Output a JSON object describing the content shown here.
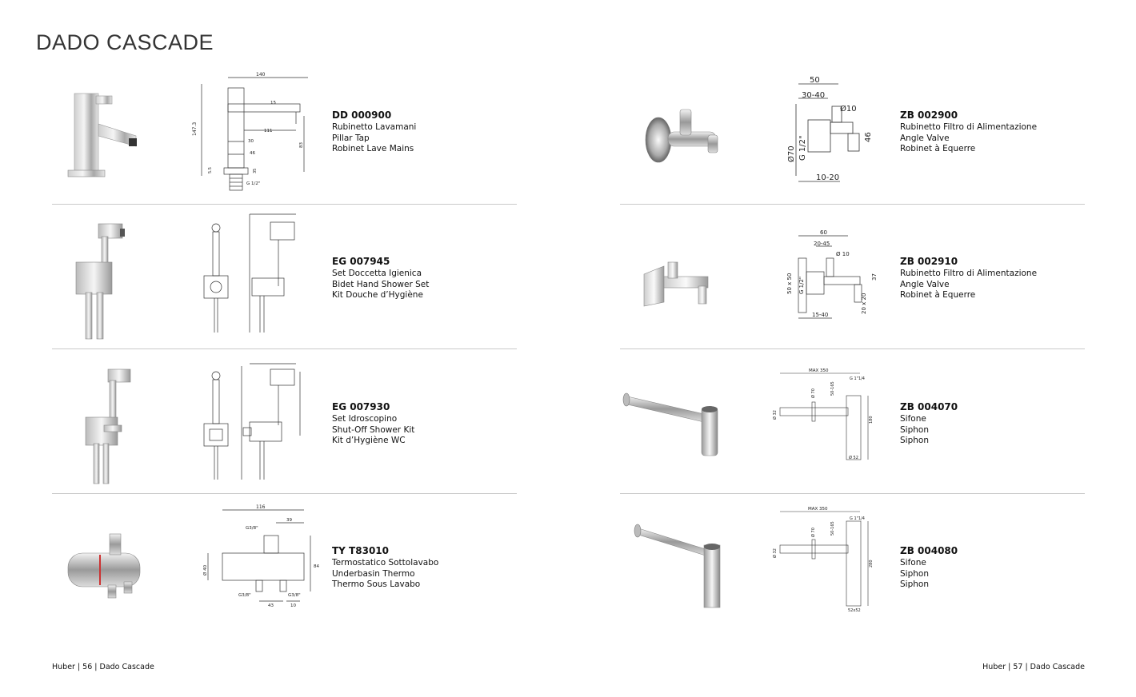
{
  "page": {
    "title": "DADO CASCADE",
    "footer_left": "Huber | 56 | Dado Cascade",
    "footer_right": "Huber | 57 | Dado Cascade"
  },
  "left_products": [
    {
      "code": "DD 000900",
      "lines": [
        "Rubinetto Lavamani",
        "Pillar Tap",
        "Robinet Lave Mains"
      ]
    },
    {
      "code": "EG 007945",
      "lines": [
        "Set Doccetta Igienica",
        "Bidet Hand Shower Set",
        "Kit Douche d’Hygiène"
      ]
    },
    {
      "code": "EG 007930",
      "lines": [
        "Set Idroscopino",
        "Shut-Off Shower Kit",
        "Kit d’Hygiène WC"
      ]
    },
    {
      "code": "TY T83010",
      "lines": [
        "Termostatico Sottolavabo",
        "Underbasin Thermo",
        "Thermo Sous Lavabo"
      ]
    }
  ],
  "right_products": [
    {
      "code": "ZB 002900",
      "lines": [
        "Rubinetto Filtro di Alimentazione",
        "Angle Valve",
        "Robinet à Equerre"
      ]
    },
    {
      "code": "ZB 002910",
      "lines": [
        "Rubinetto Filtro di Alimentazione",
        "Angle Valve",
        "Robinet à Equerre"
      ]
    },
    {
      "code": "ZB 004070",
      "lines": [
        "Sifone",
        "Siphon",
        "Siphon"
      ]
    },
    {
      "code": "ZB 004080",
      "lines": [
        "Sifone",
        "Siphon",
        "Siphon"
      ]
    }
  ],
  "drawing_labels": {
    "dd000900": {
      "width": "140",
      "height": "147.3",
      "spout": "111",
      "d1": "15",
      "d2": "30",
      "d3": "46",
      "d4": "83",
      "d5": "5.5",
      "d6": "35",
      "thread": "G 1/2\""
    },
    "zb002900": {
      "d50": "50",
      "d3040": "30-40",
      "dia10": "Ø10",
      "d46": "46",
      "dia70": "Ø70",
      "thread": "G 1/2\"",
      "d1020": "10-20"
    },
    "zb002910": {
      "d60": "60",
      "d2045": "20-45",
      "dia10": "Ø 10",
      "d37": "37",
      "plate": "50 x 50",
      "thread": "G 1/2\"",
      "d1540": "15-40",
      "d20x20": "20 x 20"
    },
    "zb004070": {
      "max": "MAX 350",
      "thread": "G 1\"1/4",
      "dia70": "Ø 70",
      "d50165": "50-165",
      "dia32": "Ø 32",
      "d180": "180",
      "dia52": "Ø 52"
    },
    "zb004080": {
      "max": "MAX 350",
      "thread": "G 1\"1/4",
      "dia70": "Ø 70",
      "d50165": "50-165",
      "dia32": "Ø 32",
      "d280": "280",
      "d52x52": "52x52"
    },
    "tyt83010": {
      "d116": "116",
      "d39": "39",
      "g38a": "G3/8\"",
      "dia40": "Ø 40",
      "d84": "84",
      "g38b": "G3/8\"",
      "g38c": "G3/8\"",
      "d43": "43",
      "d10": "10"
    }
  }
}
